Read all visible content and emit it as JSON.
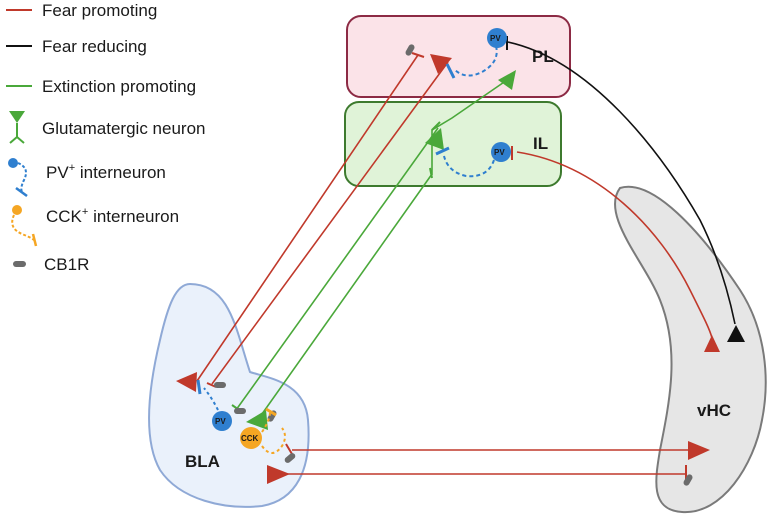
{
  "colors": {
    "fear_promoting": "#c0392b",
    "fear_reducing": "#111111",
    "extinction_promoting": "#4aa83a",
    "pv_blue": "#2f7fcf",
    "cck_orange": "#f5a623",
    "cb1r_gray": "#6b6b6b",
    "pl_fill": "#fbe3e8",
    "pl_stroke": "#8c2a44",
    "il_fill": "#e0f3d8",
    "il_stroke": "#3d7a2e",
    "bla_fill": "#eaf1fb",
    "bla_stroke": "#8fa9d6",
    "vhc_fill": "#e6e6e6",
    "vhc_stroke": "#7a7a7a"
  },
  "legend": {
    "fear_promoting": "Fear promoting",
    "fear_reducing": "Fear reducing",
    "extinction_promoting": "Extinction promoting",
    "glutamatergic_neuron": "Glutamatergic neuron",
    "pv_interneuron_prefix": "PV",
    "pv_interneuron_sup": "+",
    "pv_interneuron_suffix": " interneuron",
    "cck_interneuron_prefix": "CCK",
    "cck_interneuron_sup": "+",
    "cck_interneuron_suffix": " interneuron",
    "cb1r": "CB1R"
  },
  "regions": {
    "pl": "PL",
    "il": "IL",
    "bla": "BLA",
    "vhc": "vHC"
  },
  "cells": {
    "pv": "PV",
    "cck": "CCK"
  }
}
